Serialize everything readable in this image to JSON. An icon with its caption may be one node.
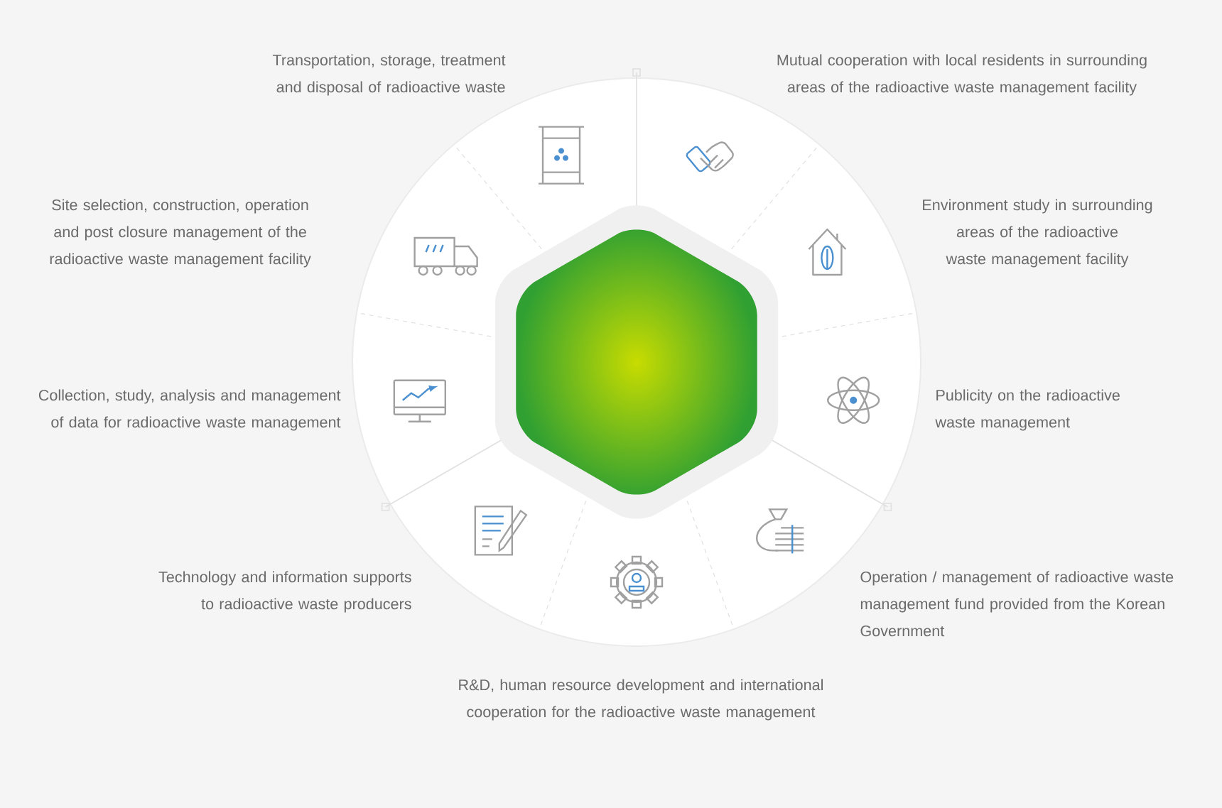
{
  "diagram": {
    "nodes": [
      {
        "text": [],
        "shape": "hexagon"
      }
    ],
    "labels": [
      "Transportation, storage, treatment and disposal of radioactive waste",
      "Mutual cooperation with local residents in surrounding areas of the radioactive waste management facility",
      "Site selection, construction, operation and post closure management of the radioactive waste management facility",
      "Environment study in surrounding areas of the radioactive waste management facility",
      "Collection, study, analysis and management of data for radioactive waste management",
      "Publicity on the radioactive waste management",
      "Technology and information supports to radioactive waste producers",
      "Operation / management of radioactive waste management fund provided from the Korean Government",
      "R&D, human resource development and international cooperation for the radioactive waste management"
    ]
  }
}
